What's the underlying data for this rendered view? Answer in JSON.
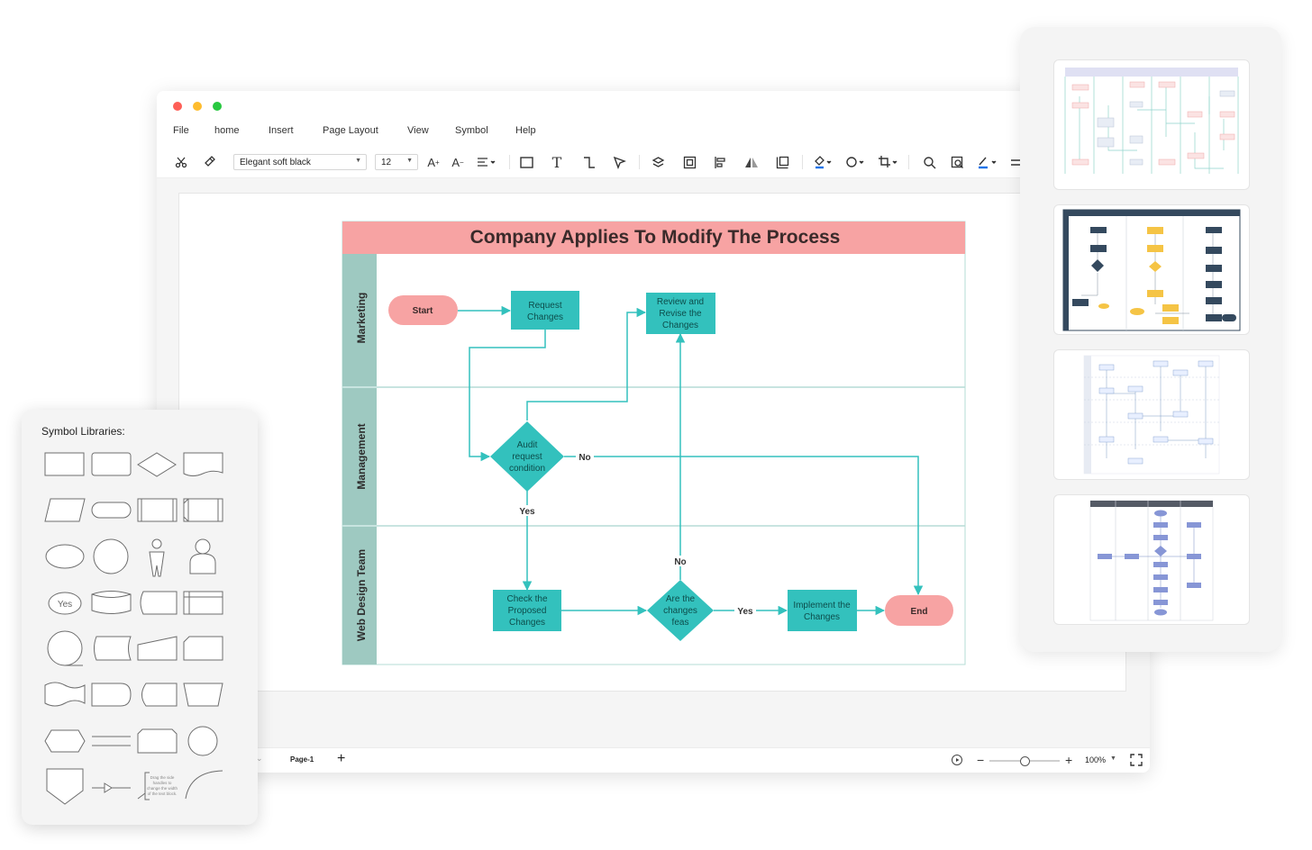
{
  "menu": [
    "File",
    "home",
    "Insert",
    "Page Layout",
    "View",
    "Symbol",
    "Help"
  ],
  "toolbar": {
    "font_name": "Elegant soft black",
    "font_size": "12"
  },
  "diagram": {
    "title": "Company Applies To Modify The Process",
    "lanes": [
      "Marketing",
      "Management",
      "Web Design Team"
    ],
    "nodes": {
      "start": "Start",
      "request": [
        "Request",
        "Changes"
      ],
      "review": [
        "Review and",
        "Revise the",
        "Changes"
      ],
      "audit": [
        "Audit",
        "request",
        "condition"
      ],
      "check": [
        "Check the",
        "Proposed",
        "Changes"
      ],
      "feasible": [
        "Are the",
        "changes",
        "feas"
      ],
      "implement": [
        "Implement the",
        "Changes"
      ],
      "end": "End"
    },
    "edge_labels": {
      "no1": "No",
      "yes1": "Yes",
      "no2": "No",
      "yes2": "Yes"
    },
    "colors": {
      "teal": "#33c1bd",
      "teal_text": "#0d4d4b",
      "pink": "#f7a3a3",
      "lane": "#9ec9c1",
      "edge": "#33c1bd"
    }
  },
  "statusbar": {
    "page": "Page-1",
    "zoom": "100%",
    "zoom_level": 0.5
  },
  "symbol_library": {
    "title": "Symbol Libraries:",
    "yes_label": "Yes",
    "note_text": [
      "Drag the side",
      "handles to",
      "change the width",
      "of the text block."
    ]
  }
}
